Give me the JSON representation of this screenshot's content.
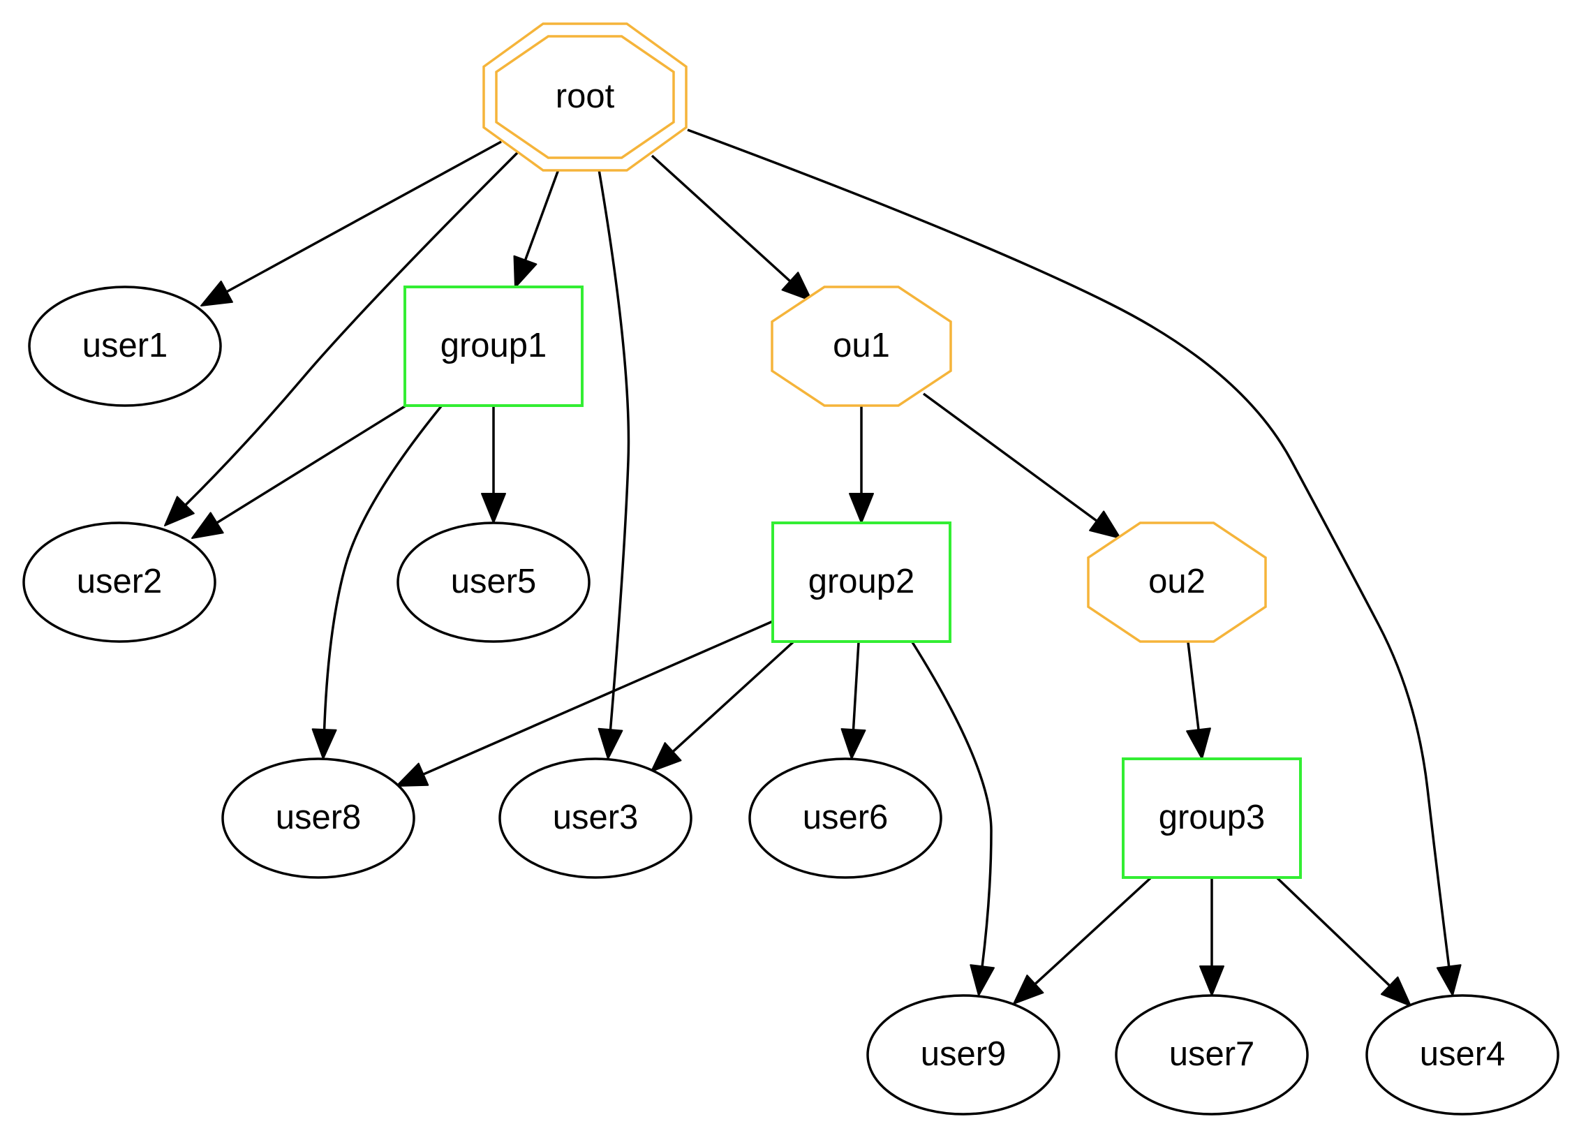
{
  "colors": {
    "ou": "#f5b43a",
    "group": "#33ee33",
    "user": "#000000",
    "edge": "#000000",
    "background": "#ffffff"
  },
  "nodes": [
    {
      "id": "root",
      "label": "root",
      "type": "ou",
      "double": true
    },
    {
      "id": "user1",
      "label": "user1",
      "type": "user"
    },
    {
      "id": "group1",
      "label": "group1",
      "type": "group"
    },
    {
      "id": "ou1",
      "label": "ou1",
      "type": "ou"
    },
    {
      "id": "user2",
      "label": "user2",
      "type": "user"
    },
    {
      "id": "user5",
      "label": "user5",
      "type": "user"
    },
    {
      "id": "group2",
      "label": "group2",
      "type": "group"
    },
    {
      "id": "ou2",
      "label": "ou2",
      "type": "ou"
    },
    {
      "id": "user8",
      "label": "user8",
      "type": "user"
    },
    {
      "id": "user3",
      "label": "user3",
      "type": "user"
    },
    {
      "id": "user6",
      "label": "user6",
      "type": "user"
    },
    {
      "id": "group3",
      "label": "group3",
      "type": "group"
    },
    {
      "id": "user9",
      "label": "user9",
      "type": "user"
    },
    {
      "id": "user7",
      "label": "user7",
      "type": "user"
    },
    {
      "id": "user4",
      "label": "user4",
      "type": "user"
    }
  ],
  "edges": [
    {
      "from": "root",
      "to": "user1"
    },
    {
      "from": "root",
      "to": "user2"
    },
    {
      "from": "root",
      "to": "group1"
    },
    {
      "from": "root",
      "to": "user3"
    },
    {
      "from": "root",
      "to": "ou1"
    },
    {
      "from": "root",
      "to": "user4"
    },
    {
      "from": "group1",
      "to": "user2"
    },
    {
      "from": "group1",
      "to": "user8"
    },
    {
      "from": "group1",
      "to": "user5"
    },
    {
      "from": "ou1",
      "to": "group2"
    },
    {
      "from": "ou1",
      "to": "ou2"
    },
    {
      "from": "group2",
      "to": "user8"
    },
    {
      "from": "group2",
      "to": "user3"
    },
    {
      "from": "group2",
      "to": "user6"
    },
    {
      "from": "group2",
      "to": "user9"
    },
    {
      "from": "ou2",
      "to": "group3"
    },
    {
      "from": "group3",
      "to": "user9"
    },
    {
      "from": "group3",
      "to": "user7"
    },
    {
      "from": "group3",
      "to": "user4"
    }
  ]
}
